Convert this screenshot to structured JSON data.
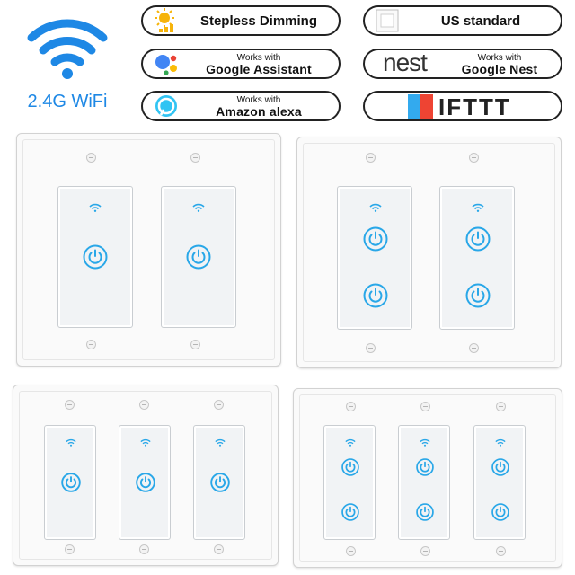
{
  "header": {
    "wifi_label": "2.4G WiFi",
    "features": [
      {
        "icon": "sun-dimmer-icon",
        "label": "Stepless Dimming"
      },
      {
        "icon": "square-outlet-icon",
        "label": "US standard"
      },
      {
        "icon": "google-assistant-icon",
        "prefix": "Works with",
        "label": "Google Assistant"
      },
      {
        "icon": "nest-logo-icon",
        "logo_text": "nest",
        "prefix": "Works with",
        "label": "Google Nest"
      },
      {
        "icon": "alexa-icon",
        "prefix": "Works with",
        "label": "Amazon alexa"
      },
      {
        "icon": "ifttt-logo-icon",
        "logo_text": "IFTTT"
      }
    ]
  },
  "products": [
    {
      "name": "2-gang 1-button",
      "gangs": 2,
      "buttons_per_gang": 1
    },
    {
      "name": "2-gang 2-button",
      "gangs": 2,
      "buttons_per_gang": 2
    },
    {
      "name": "3-gang 1-button",
      "gangs": 3,
      "buttons_per_gang": 1
    },
    {
      "name": "3-gang 2-button",
      "gangs": 3,
      "buttons_per_gang": 2
    }
  ],
  "colors": {
    "wifi_blue": "#1e88e5",
    "touch_blue": "#29a7e8",
    "pill_border": "#222222",
    "plate_white": "#fafafa"
  }
}
